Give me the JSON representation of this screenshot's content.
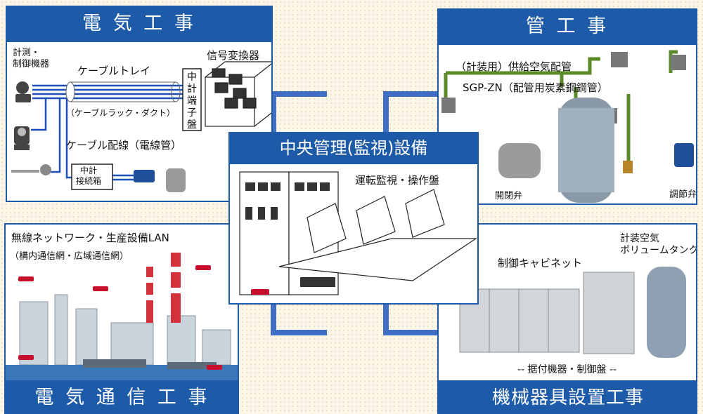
{
  "sections": {
    "electrical": {
      "title": "電 気 工 事",
      "measure_devices": "計測・\n制御機器",
      "cable_tray": "ケーブルトレイ",
      "cable_rack": "（ケーブルラック・ダクト）",
      "signal_converter": "信号変換器",
      "terminal_board": "中\n計\n端\n子\n盤",
      "cable_wiring": "ケーブル配線（電線管）",
      "junction_box": "中計\n接続箱"
    },
    "piping": {
      "title": "管 工 事",
      "air_supply": "（計装用）供給空気配管",
      "sgp_zn": "SGP-ZN（配管用炭素鋼鋼管）",
      "on_off_valve": "開閉弁",
      "control_valve": "調節弁"
    },
    "central": {
      "title": "中央管理(監視)設備",
      "operation_panel": "運転監視・操作盤"
    },
    "telecom": {
      "title": "電 気 通 信 工 事",
      "wireless_lan": "無線ネットワーク・生産設備LAN",
      "networks": "（構内通信網・広域通信網）"
    },
    "machinery": {
      "title": "機械器具設置工事",
      "control_cabinet": "制御キャビネット",
      "volume_tank": "計装空気\nボリュームタンク",
      "installed_equipment": "-- 据付機器・制御盤 --"
    }
  },
  "colors": {
    "accent_blue": "#1d5aa8",
    "connector_blue": "#3f6ec4",
    "pipe_green": "#5a8a2a",
    "signal_red": "#c8102e"
  }
}
